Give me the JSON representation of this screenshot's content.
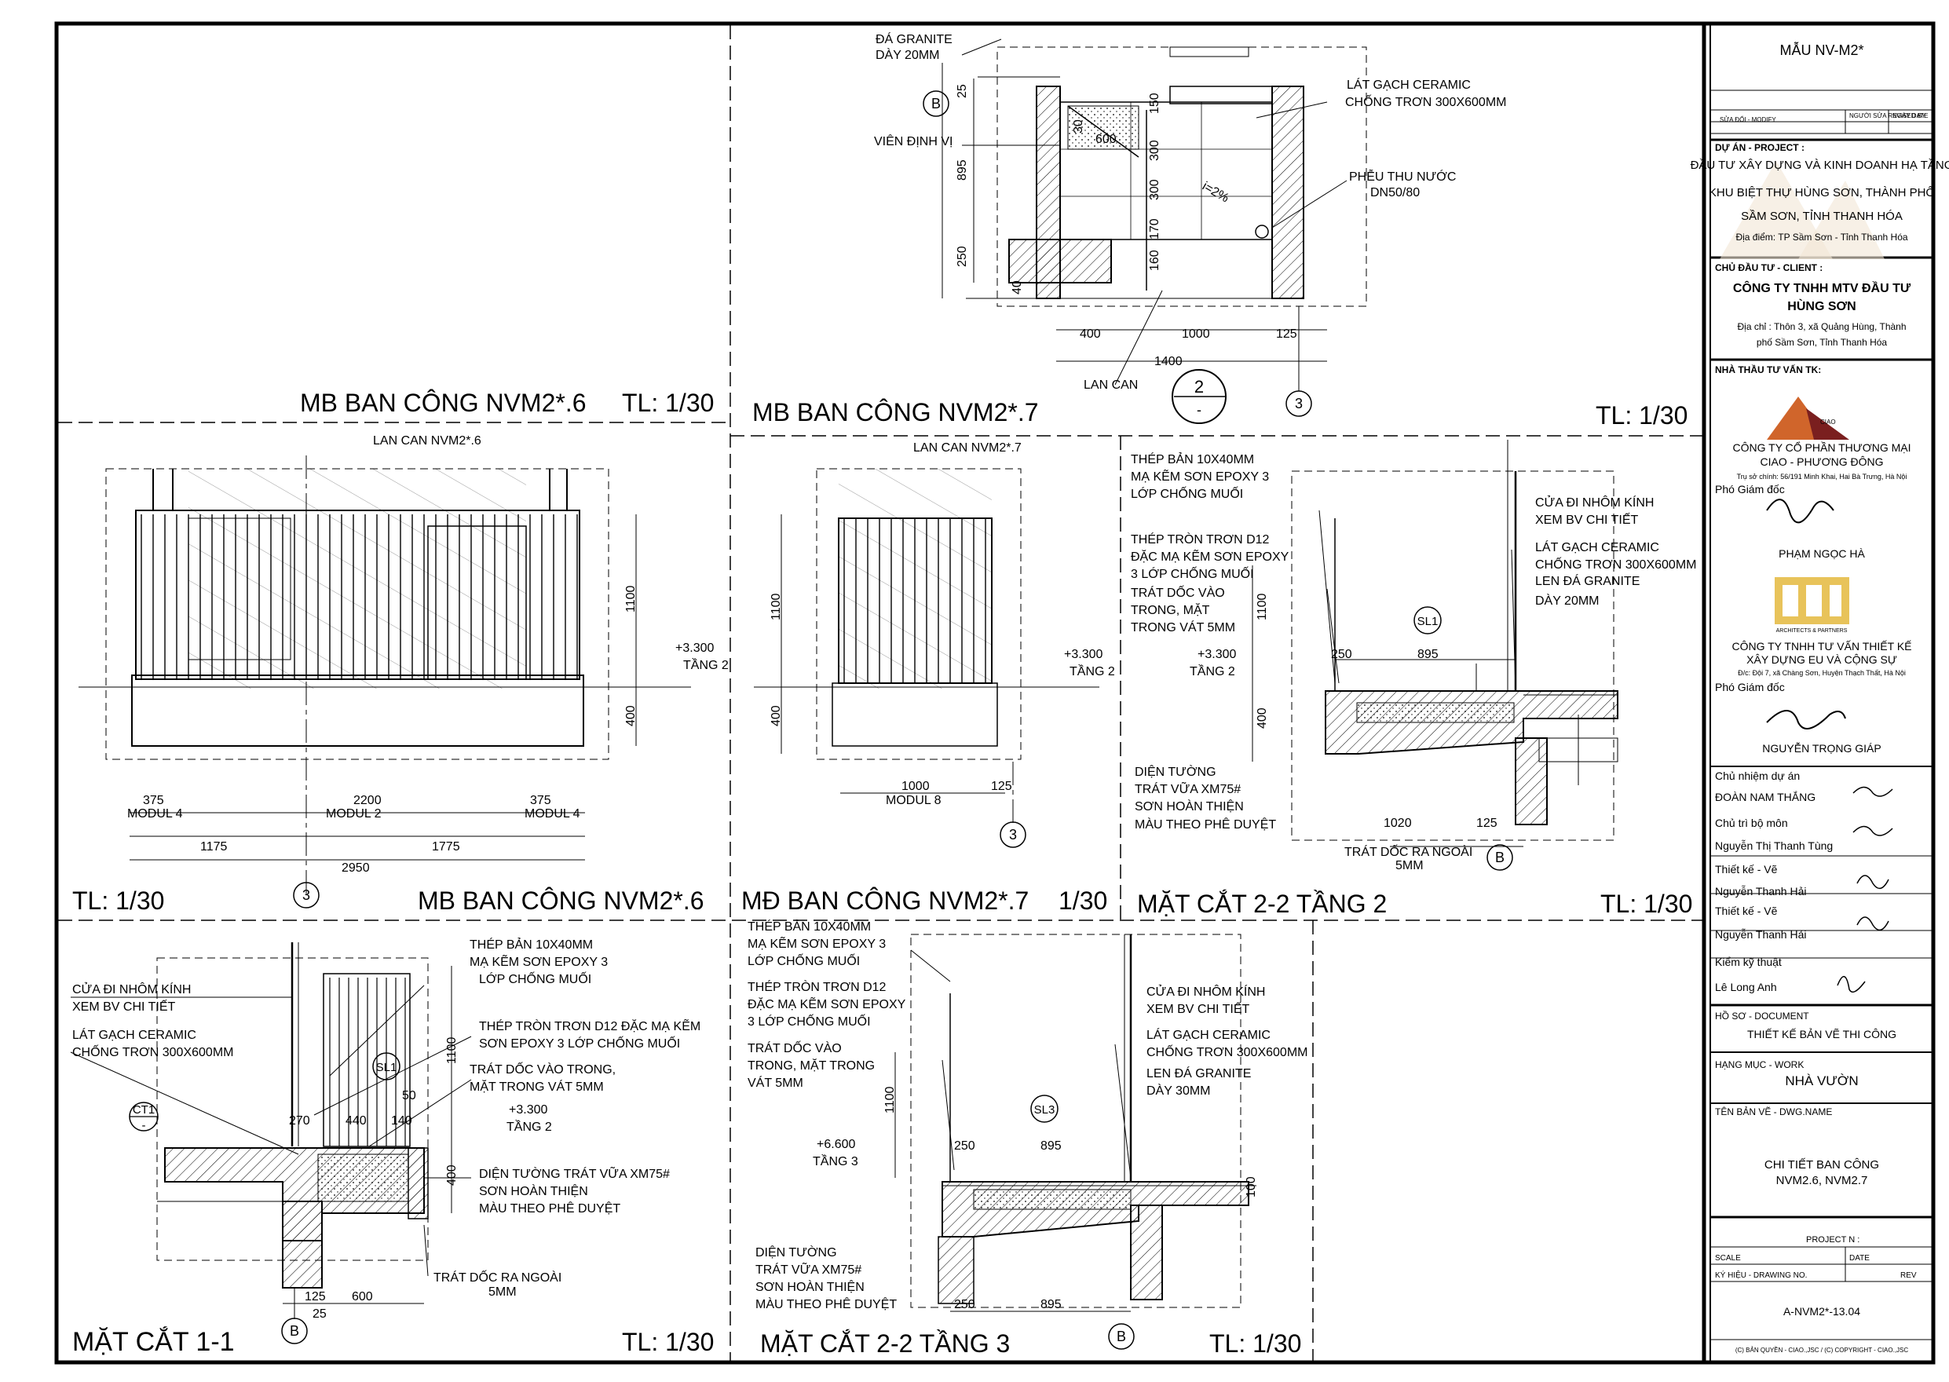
{
  "sheet_template": "MẪU NV-M2*",
  "revision_block": {
    "col1": "SỬA ĐỔI - MODIFY",
    "col2": "NGƯỜI SỬA\nREVISED BY",
    "col3": "NGÀY\nDATE"
  },
  "project": {
    "label": "DỰ ÁN - PROJECT :",
    "lines": [
      "ĐẦU TƯ XÂY DỰNG VÀ KINH DOANH HẠ TẦNG",
      "KHU BIỆT THỰ HÙNG SƠN, THÀNH PHỐ",
      "SẦM SƠN, TỈNH THANH HÓA"
    ],
    "location": "Địa điểm: TP Sầm Sơn - Tỉnh Thanh Hóa"
  },
  "client": {
    "label": "CHỦ ĐẦU TƯ - CLIENT :",
    "name_lines": [
      "CÔNG TY TNHH MTV ĐẦU TƯ",
      "HÙNG SƠN"
    ],
    "address_lines": [
      "Địa chỉ : Thôn 3, xã Quảng Hùng, Thành",
      "phố Sầm Sơn, Tỉnh Thanh Hóa"
    ]
  },
  "consultant": {
    "label": "NHÀ THẦU TƯ VẤN TK:",
    "company1_lines": [
      "CÔNG TY CỔ PHẦN THƯƠNG MẠI",
      "CIAO - PHƯƠNG ĐÔNG"
    ],
    "company1_logo_text": "CIAO",
    "company1_address": "Trụ sở chính: 56/191 Minh Khai, Hai Bà Trưng, Hà Nội",
    "role1": "Phó Giám đốc",
    "person1": "PHẠM NGỌC HÀ",
    "company2_logo_sub": "ARCHITECTS & PARTNERS",
    "company2_lines": [
      "CÔNG TY TNHH TƯ VẤN THIẾT KẾ",
      "XÂY DỰNG EU VÀ CỘNG SỰ"
    ],
    "company2_address": "Đ/c: Đội 7, xã Chàng Sơn, Huyện Thạch Thất, Hà Nội",
    "role2": "Phó Giám đốc",
    "person2": "NGUYỄN TRỌNG GIÁP"
  },
  "staff": [
    {
      "role": "Chủ nhiệm dự án",
      "name": "ĐOÀN NAM THẮNG"
    },
    {
      "role": "Chủ trì bộ môn",
      "name": "Nguyễn Thị Thanh Tùng"
    },
    {
      "role": "Thiết kế - Vẽ",
      "name": "Nguyễn Thanh Hải"
    },
    {
      "role": "Thiết kế - Vẽ",
      "name": "Nguyễn Thanh Hải"
    },
    {
      "role": "Kiểm kỹ thuật",
      "name": "Lê Long Anh"
    }
  ],
  "document": {
    "label": "HỒ SƠ - DOCUMENT",
    "value": "THIẾT KẾ BẢN VẼ THI CÔNG"
  },
  "work": {
    "label": "HẠNG MỤC - WORK",
    "value": "NHÀ VƯỜN"
  },
  "dwg_name": {
    "label": "TÊN BẢN VẼ - DWG.NAME",
    "lines": [
      "CHI TIẾT BAN CÔNG",
      "NVM2.6, NVM2.7"
    ]
  },
  "project_no": "PROJECT N :",
  "scale_label": "SCALE",
  "date_label": "DATE",
  "drawing_no_label": "KÝ HIỆU - DRAWING NO.",
  "rev_label": "REV",
  "drawing_no": "A-NVM2*-13.04",
  "copyright": "(C) BẢN QUYỀN - CIAO.,JSC    /    (C) COPYRIGHT - CIAO.,JSC",
  "views": {
    "p1": {
      "title": "MB BAN CÔNG NVM2*.6",
      "scale": "TL: 1/30"
    },
    "p2": {
      "title": "MB BAN CÔNG NVM2*.7",
      "scale": "TL: 1/30",
      "notes": [
        "ĐÁ GRANITE",
        "DÀY 20MM",
        "VIÊN ĐỊNH VỊ",
        "LÁT GẠCH CERAMIC",
        "CHỐNG TRƠN 300X600MM",
        "PHỄU THU NƯỚC",
        "DN50/80",
        "LAN CAN",
        "i=2%"
      ],
      "dims": [
        "400",
        "1000",
        "125",
        "1400",
        "25",
        "895",
        "250",
        "40",
        "600",
        "30",
        "150",
        "300",
        "300",
        "170",
        "160"
      ],
      "markers": [
        "B",
        "2",
        "-",
        "3"
      ]
    },
    "p3": {
      "title": "MB BAN CÔNG NVM2*.6",
      "scale": "TL: 1/30",
      "notes": [
        "LAN CAN NVM2*.6",
        "+3.300",
        "TẦNG 2"
      ],
      "dims": [
        "375",
        "2200",
        "375",
        "1175",
        "1775",
        "2950",
        "1100",
        "400"
      ],
      "moduls": [
        "MODUL 4",
        "MODUL 2",
        "MODUL 4"
      ],
      "marker": "3"
    },
    "p4": {
      "title": "MĐ BAN CÔNG NVM2*.7",
      "scale": "1/30",
      "notes": [
        "LAN CAN NVM2*.7",
        "+3.300",
        "TẦNG 2"
      ],
      "dims": [
        "1100",
        "400",
        "1000",
        "125"
      ],
      "modul": "MODUL 8",
      "marker": "3"
    },
    "p5": {
      "title": "MẶT CẮT 2-2 TẦNG 2",
      "scale": "TL: 1/30",
      "notes_left": [
        "THÉP BẢN 10X40MM",
        "MẠ KẼM SƠN EPOXY 3",
        "LỚP CHỐNG MUỐI",
        "THÉP TRÒN TRƠN D12",
        "ĐẶC MẠ KẼM SƠN EPOXY",
        "3 LỚP CHỐNG MUỐI",
        "TRÁT DỐC VÀO",
        "TRONG, MẶT",
        "TRONG VÁT 5MM"
      ],
      "notes_right": [
        "CỬA ĐI NHÔM KÍNH",
        "XEM BV CHI TIẾT",
        "LÁT GẠCH CERAMIC",
        "CHỐNG TRƠN 300X600MM",
        "LEN ĐÁ GRANITE",
        "DÀY 20MM"
      ],
      "notes_bottom": [
        "DIỆN TƯỜNG",
        "TRÁT VỮA XM75#",
        "SƠN HOÀN THIỆN",
        "MÀU THEO PHÊ DUYỆT",
        "TRÁT DỐC RA NGOÀI",
        "5MM"
      ],
      "level": [
        "+3.300",
        "TẦNG 2"
      ],
      "tag": "SL1",
      "dims": [
        "250",
        "895",
        "1100",
        "400",
        "1020",
        "125"
      ],
      "marker": "B"
    },
    "p6": {
      "title": "MẶT CẮT 1-1",
      "scale": "TL: 1/30",
      "notes_left": [
        "CỬA ĐI NHÔM KÍNH",
        "XEM BV CHI TIẾT",
        "LÁT GẠCH CERAMIC",
        "CHỐNG TRƠN 300X600MM"
      ],
      "notes_right": [
        "THÉP BẢN 10X40MM",
        "MẠ KẼM SƠN EPOXY 3",
        "LỚP CHỐNG MUỐI",
        "THÉP TRÒN TRƠN D12 ĐẶC MẠ KẼM",
        "SƠN EPOXY 3 LỚP CHỐNG MUỐI",
        "TRÁT DỐC VÀO TRONG,",
        "MẶT TRONG VÁT 5MM",
        "DIỆN TƯỜNG TRÁT VỮA XM75#",
        "SƠN HOÀN THIỆN",
        "MÀU THEO PHÊ DUYỆT",
        "TRÁT DỐC RA NGOÀI",
        "5MM"
      ],
      "level": [
        "+3.300",
        "TẦNG 2"
      ],
      "tags": [
        "SL1",
        "CT1",
        "-"
      ],
      "dims": [
        "270",
        "440",
        "140",
        "50",
        "1100",
        "400",
        "125",
        "600",
        "25"
      ],
      "marker": "B"
    },
    "p7": {
      "title": "MẶT CẮT 2-2 TẦNG 3",
      "scale": "TL: 1/30",
      "notes_left": [
        "THÉP BẢN 10X40MM",
        "MẠ KẼM SƠN EPOXY 3",
        "LỚP CHỐNG MUỐI",
        "THÉP TRÒN TRƠN D12",
        "ĐẶC MẠ KẼM SƠN EPOXY",
        "3 LỚP CHỐNG MUỐI",
        "TRÁT DỐC VÀO",
        "TRONG, MẶT TRONG",
        "VÁT 5MM"
      ],
      "notes_right": [
        "CỬA ĐI NHÔM KÍNH",
        "XEM BV CHI TIẾT",
        "LÁT GẠCH CERAMIC",
        "CHỐNG TRƠN 300X600MM",
        "LEN ĐÁ GRANITE",
        "DÀY 30MM"
      ],
      "notes_bottom": [
        "DIỆN TƯỜNG",
        "TRÁT VỮA XM75#",
        "SƠN HOÀN THIỆN",
        "MÀU THEO PHÊ DUYỆT"
      ],
      "level": [
        "+6.600",
        "TẦNG 3"
      ],
      "tag": "SL3",
      "dims": [
        "250",
        "895",
        "1100",
        "250",
        "895",
        "100"
      ],
      "marker": "B"
    }
  }
}
